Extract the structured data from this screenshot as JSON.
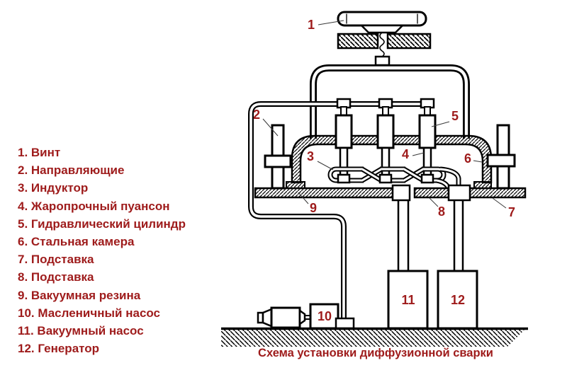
{
  "colors": {
    "accent": "#9e1b1b",
    "line": "#000000",
    "background": "#ffffff"
  },
  "legend": {
    "items": [
      {
        "num": "1.",
        "label": "Винт"
      },
      {
        "num": "2.",
        "label": "Направляющие"
      },
      {
        "num": "3.",
        "label": "Индуктор"
      },
      {
        "num": "4.",
        "label": "Жаропрочный пуансон"
      },
      {
        "num": "5.",
        "label": "Гидравлический цилиндр"
      },
      {
        "num": "6.",
        "label": "Стальная камера"
      },
      {
        "num": "7.",
        "label": "Подставка"
      },
      {
        "num": "8.",
        "label": "Подставка"
      },
      {
        "num": "9.",
        "label": "Вакуумная резина"
      },
      {
        "num": "10.",
        "label": "Масленичный насос"
      },
      {
        "num": "11.",
        "label": "Вакуумный насос"
      },
      {
        "num": "12.",
        "label": "Генератор"
      }
    ]
  },
  "caption": "Схема установки диффузионной сварки",
  "diagram": {
    "callouts": [
      "1",
      "2",
      "3",
      "4",
      "5",
      "6",
      "7",
      "8",
      "9",
      "10",
      "11",
      "12"
    ]
  }
}
